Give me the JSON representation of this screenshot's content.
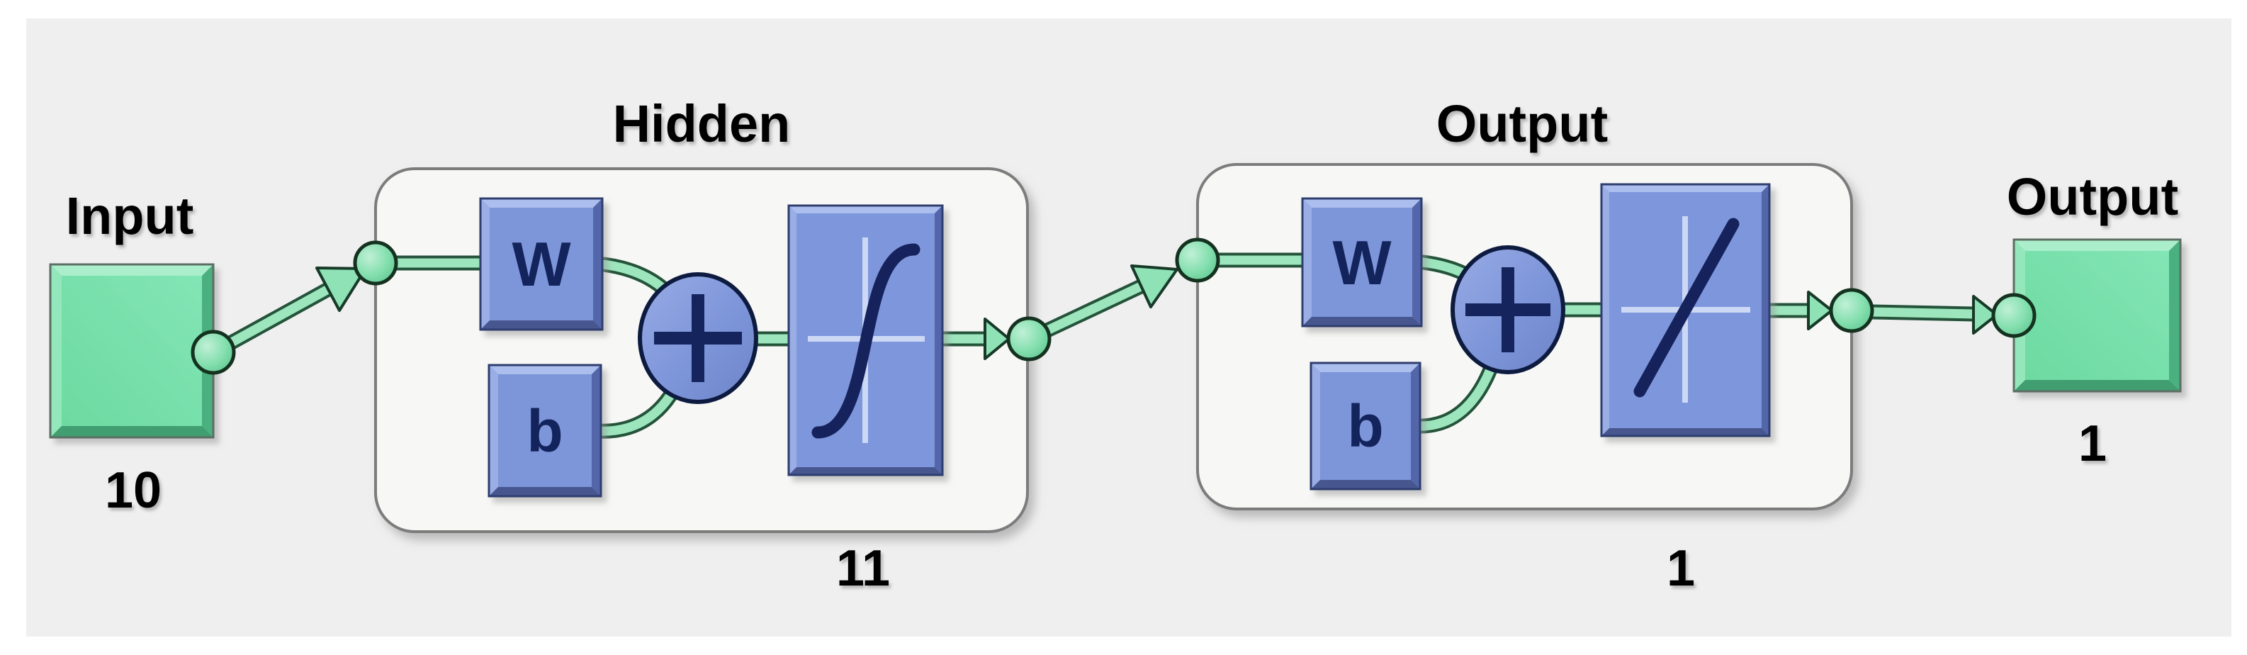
{
  "diagram": {
    "type": "neural-network-architecture",
    "input": {
      "label": "Input",
      "dimension": "10"
    },
    "hidden_layer": {
      "title": "Hidden",
      "neuron_count": "11",
      "weight_label": "W",
      "bias_label": "b",
      "sum_symbol": "+",
      "transfer_icon": "sigmoid-curve"
    },
    "output_layer": {
      "title": "Output",
      "neuron_count": "1",
      "weight_label": "W",
      "bias_label": "b",
      "sum_symbol": "+",
      "transfer_icon": "linear-line"
    },
    "output": {
      "label": "Output",
      "dimension": "1"
    },
    "colors": {
      "page_background": "#ffffff",
      "panel_background": "#efefef",
      "green_block": "#74dfa9",
      "blue_block": "#7d95d9",
      "navy_ink": "#13235b",
      "connector_fill": "#9ce5bd",
      "connector_outline": "#24533a",
      "layer_box_fill": "#f7f7f5",
      "layer_box_stroke": "#7c7c7c",
      "label_text": "#000000"
    }
  }
}
